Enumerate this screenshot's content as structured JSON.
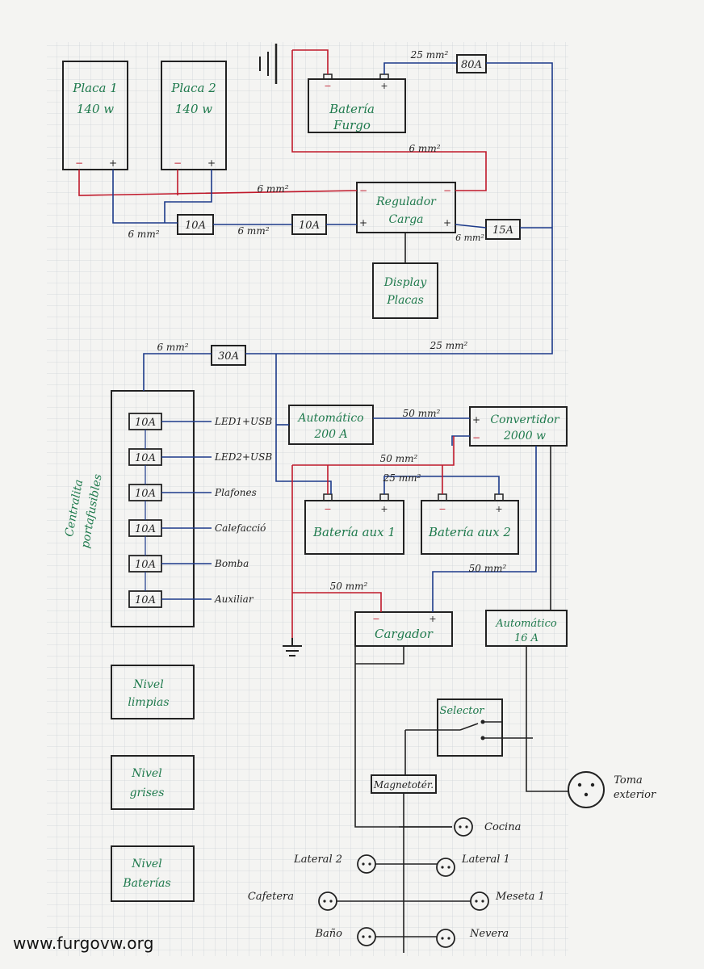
{
  "panels": {
    "panel1": {
      "line1": "Placa 1",
      "line2": "140 w"
    },
    "panel2": {
      "line1": "Placa 2",
      "line2": "140 w"
    }
  },
  "van_battery": {
    "line1": "Batería",
    "line2": "Furgo"
  },
  "regulator": {
    "line1": "Regulador",
    "line2": "Carga"
  },
  "display": {
    "line1": "Display",
    "line2": "Placas"
  },
  "inverter": {
    "line1": "Convertidor",
    "line2": "2000 w"
  },
  "auto_breaker": {
    "line1": "Automático",
    "line2": "200 A"
  },
  "aux_battery_1": "Batería aux 1",
  "aux_battery_2": "Batería aux 2",
  "charger": "Cargador",
  "auto_16": {
    "line1": "Automático",
    "line2": "16 A"
  },
  "selector": "Selector",
  "breaker_panel": "Magnetotér.",
  "external_socket": {
    "line1": "Toma",
    "line2": "exterior"
  },
  "fuse_box": {
    "line1": "Centralita",
    "line2": "portafusibles"
  },
  "fuses": [
    {
      "rating": "10A",
      "label": "LED1+USB"
    },
    {
      "rating": "10A",
      "label": "LED2+USB"
    },
    {
      "rating": "10A",
      "label": "Plafones"
    },
    {
      "rating": "10A",
      "label": "Calefacció"
    },
    {
      "rating": "10A",
      "label": "Bomba"
    },
    {
      "rating": "10A",
      "label": "Auxiliar"
    }
  ],
  "level_boxes": [
    {
      "line1": "Nivel",
      "line2": "limpias"
    },
    {
      "line1": "Nivel",
      "line2": "grises"
    },
    {
      "line1": "Nivel",
      "line2": "Baterías"
    }
  ],
  "fuse_labels": {
    "f80": "80A",
    "f10a": "10A",
    "f10b": "10A",
    "f15": "15A",
    "f30": "30A"
  },
  "cable_labels": {
    "c25_top": "25 mm²",
    "c6_neg_top": "6 mm²",
    "c6_neg_mid": "6 mm²",
    "c6_left": "6 mm²",
    "c6_mid": "6 mm²",
    "c6_right": "6 mm²",
    "c6_fusebox": "6 mm²",
    "c25_long": "25 mm²",
    "c50_inv": "50 mm²",
    "c50_neg": "50 mm²",
    "c25_bat": "25 mm²",
    "c50_chg_pos": "50 mm²",
    "c50_chg_neg": "50 mm²"
  },
  "terminals": {
    "minus": "−",
    "plus": "+"
  },
  "sockets": [
    {
      "label": "Cocina"
    },
    {
      "label": "Lateral 2"
    },
    {
      "label": "Lateral 1"
    },
    {
      "label": "Cafetera"
    },
    {
      "label": "Meseta 1"
    },
    {
      "label": "Baño"
    },
    {
      "label": "Nevera"
    }
  ],
  "watermark": "www.furgovw.org",
  "colors": {
    "positive_wire": "#1c3a8a",
    "negative_wire": "#c0192b",
    "label_green": "#1f7a4d",
    "ink": "#222"
  }
}
